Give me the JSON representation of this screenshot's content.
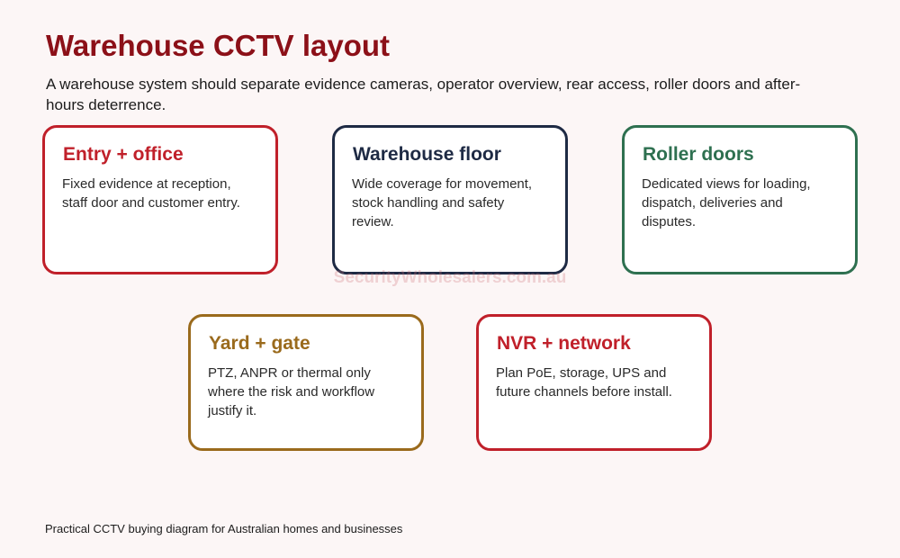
{
  "header": {
    "title": "Warehouse CCTV layout",
    "subtitle": "A warehouse system should separate evidence cameras, operator overview, rear access, roller doors and after-hours deterrence."
  },
  "cards": [
    {
      "title": "Entry + office",
      "text": "Fixed evidence at reception, staff door and customer entry.",
      "color": "#c0202a"
    },
    {
      "title": "Warehouse floor",
      "text": "Wide coverage for movement, stock handling and safety review.",
      "color": "#1e2a44"
    },
    {
      "title": "Roller doors",
      "text": "Dedicated views for loading, dispatch, deliveries and disputes.",
      "color": "#2e7050"
    },
    {
      "title": "Yard + gate",
      "text": "PTZ, ANPR or thermal only where the risk and workflow justify it.",
      "color": "#9a6a1c"
    },
    {
      "title": "NVR + network",
      "text": "Plan PoE, storage, UPS and future channels before install.",
      "color": "#c0202a"
    }
  ],
  "watermark": "SecurityWholesalers.com.au",
  "footer": "Practical CCTV buying diagram for Australian homes and businesses"
}
